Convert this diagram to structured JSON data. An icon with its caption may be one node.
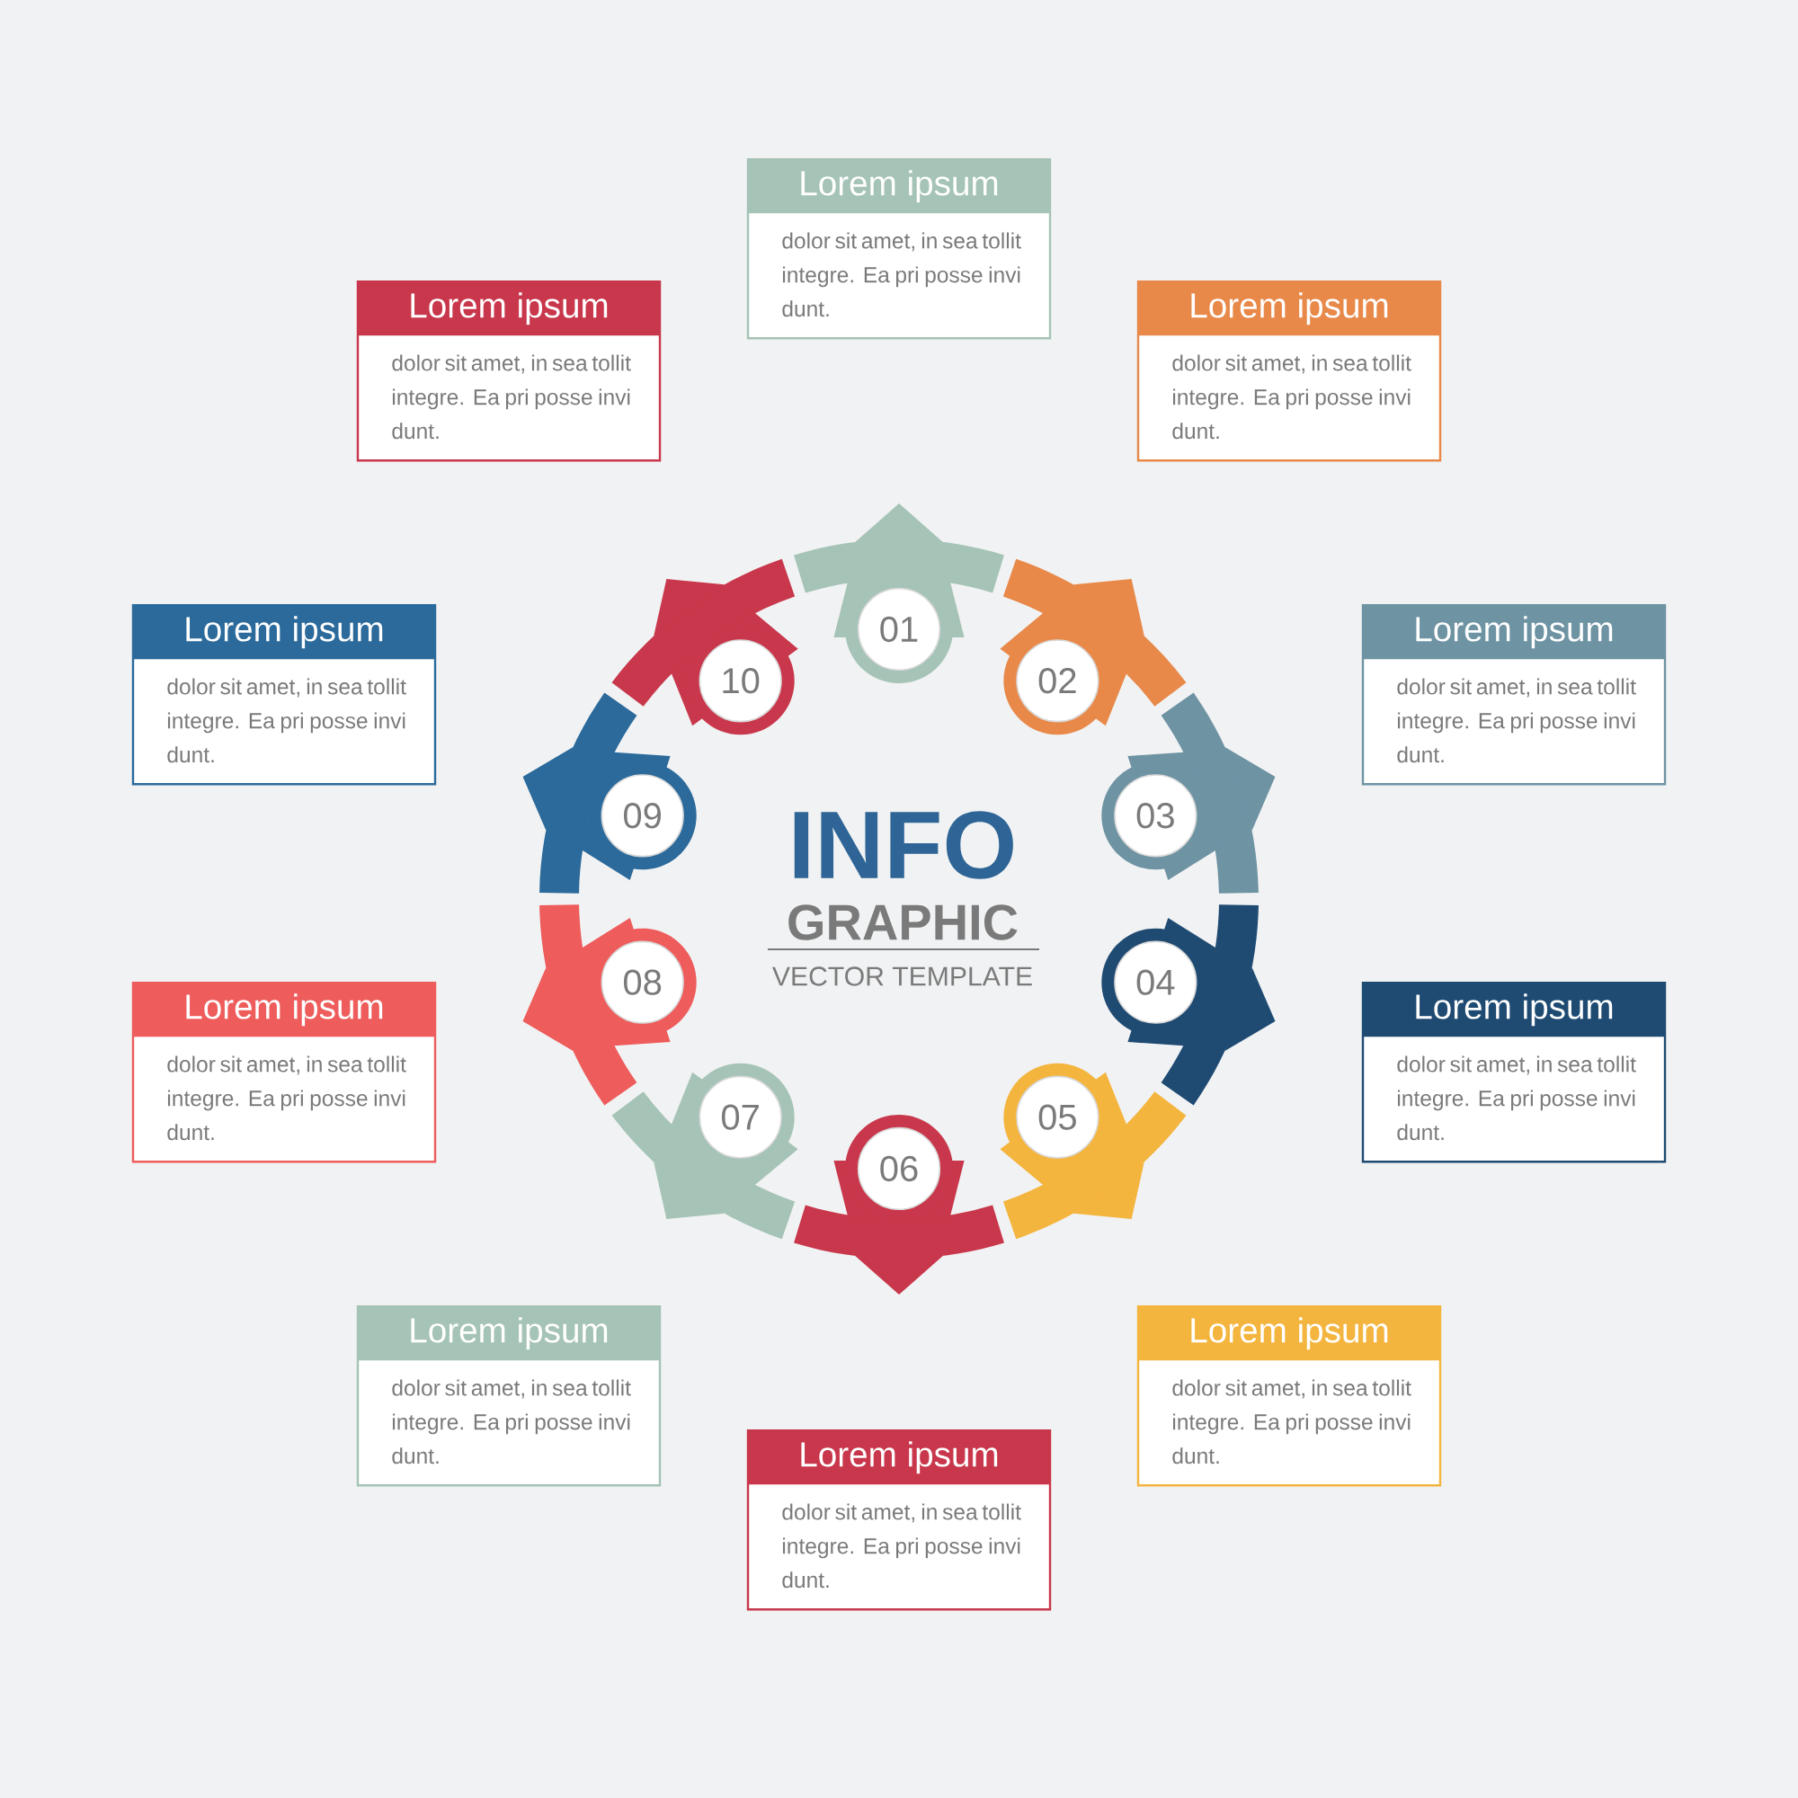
{
  "diagram": {
    "nodes": [
      {
        "text": [
          "01"
        ]
      },
      {
        "text": [
          "02"
        ]
      },
      {
        "text": [
          "03"
        ]
      },
      {
        "text": [
          "04"
        ]
      },
      {
        "text": [
          "05"
        ]
      },
      {
        "text": [
          "06"
        ]
      },
      {
        "text": [
          "07"
        ]
      },
      {
        "text": [
          "08"
        ]
      },
      {
        "text": [
          "09"
        ]
      },
      {
        "text": [
          "10"
        ]
      },
      {
        "text": [
          "Lorem ipsum",
          "dolor sit amet, in sea tollit integre. Ea pri posse invi dunt."
        ]
      },
      {
        "text": [
          "Lorem ipsum",
          "dolor sit amet, in sea tollit integre. Ea pri posse invi dunt."
        ]
      },
      {
        "text": [
          "Lorem ipsum",
          "dolor sit amet, in sea tollit integre. Ea pri posse invi dunt."
        ]
      },
      {
        "text": [
          "Lorem ipsum",
          "dolor sit amet, in sea tollit integre. Ea pri posse invi dunt."
        ]
      },
      {
        "text": [
          "Lorem ipsum",
          "dolor sit amet, in sea tollit integre. Ea pri posse invi dunt."
        ]
      },
      {
        "text": [
          "Lorem ipsum",
          "dolor sit amet, in sea tollit integre. Ea pri posse invi dunt."
        ]
      },
      {
        "text": [
          "Lorem ipsum",
          "dolor sit amet, in sea tollit integre. Ea pri posse invi dunt."
        ]
      },
      {
        "text": [
          "Lorem ipsum",
          "dolor sit amet, in sea tollit integre. Ea pri posse invi dunt."
        ]
      },
      {
        "text": [
          "Lorem ipsum",
          "dolor sit amet, in sea tollit integre. Ea pri posse invi dunt."
        ]
      },
      {
        "text": [
          "Lorem ipsum",
          "dolor sit amet, in sea tollit integre. Ea pri posse invi dunt."
        ]
      }
    ],
    "labels": [
      "INFO",
      "GRAPHIC",
      "VECTOR TEMPLATE"
    ]
  }
}
